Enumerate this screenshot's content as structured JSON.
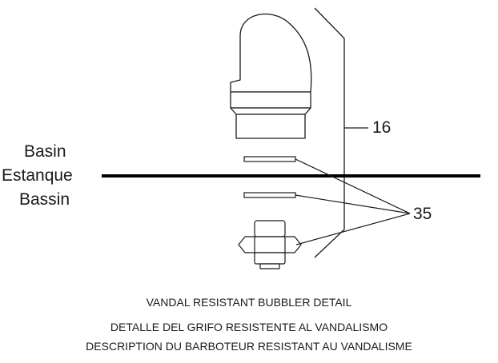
{
  "diagram": {
    "callouts": {
      "part_16": "16",
      "part_35": "35"
    },
    "basin_labels": {
      "english": "Basin",
      "spanish": "Estanque",
      "french": "Bassin"
    },
    "caption": {
      "english": "VANDAL RESISTANT BUBBLER DETAIL",
      "spanish": "DETALLE DEL GRIFO RESISTENTE AL VANDALISMO",
      "french": "DESCRIPTION DU BARBOTEUR RESISTANT AU VANDALISME"
    },
    "colors": {
      "line": "#1a1a1a",
      "bubbler_fill": "#ffffff",
      "basin_line": "#000000"
    }
  }
}
